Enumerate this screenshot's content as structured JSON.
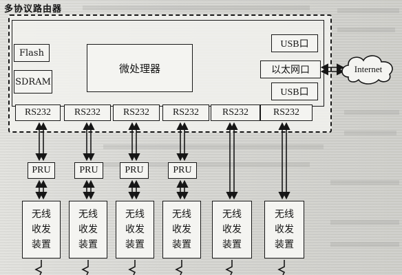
{
  "diagram": {
    "title": "多协议路由器",
    "storage": {
      "flash": "Flash",
      "sdram": "SDRAM"
    },
    "cpu": "微处理器",
    "interfaces": {
      "usb_top": "USB口",
      "ethernet": "以太网口",
      "usb_bottom": "USB口"
    },
    "internet": "Internet",
    "serial_ports": [
      "RS232",
      "RS232",
      "RS232",
      "RS232",
      "RS232",
      "RS232"
    ],
    "pru_units": [
      "PRU",
      "PRU",
      "PRU",
      "PRU"
    ],
    "transceivers": [
      {
        "l1": "无线",
        "l2": "收发",
        "l3": "装置"
      },
      {
        "l1": "无线",
        "l2": "收发",
        "l3": "装置"
      },
      {
        "l1": "无线",
        "l2": "收发",
        "l3": "装置"
      },
      {
        "l1": "无线",
        "l2": "收发",
        "l3": "装置"
      },
      {
        "l1": "无线",
        "l2": "收发",
        "l3": "装置"
      },
      {
        "l1": "无线",
        "l2": "收发",
        "l3": "装置"
      }
    ]
  }
}
